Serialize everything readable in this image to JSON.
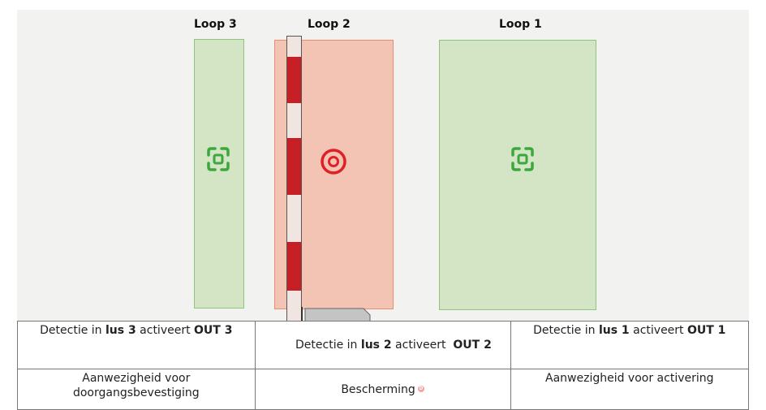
{
  "loops": {
    "loop3": "Loop 3",
    "loop2": "Loop 2",
    "loop1": "Loop 1"
  },
  "icons": {
    "focus_icon": "focus-frame-icon",
    "target_icon": "target-icon"
  },
  "colors": {
    "green_zone": "#d4e5c6",
    "green_icon": "#3aa83a",
    "red_zone": "#f3c4b4",
    "red_icon": "#e01f26",
    "barrier_red": "#c61f26"
  },
  "table": {
    "row1": {
      "c1": {
        "a": "Detectie in ",
        "b": "lus 3",
        "c": " activeert ",
        "d": "OUT 3"
      },
      "c2": {
        "a": "Detectie in ",
        "b": "lus 2",
        "c": " activeert  ",
        "d": "OUT 2"
      },
      "c3": {
        "a": "Detectie in ",
        "b": "lus 1",
        "c": " activeert ",
        "d": "OUT 1"
      }
    },
    "row2": {
      "c1": "Aanwezigheid voor doorgangsbevestiging",
      "c2": "Bescherming",
      "c2_badge": "D",
      "c3": "Aanwezigheid voor activering"
    }
  }
}
